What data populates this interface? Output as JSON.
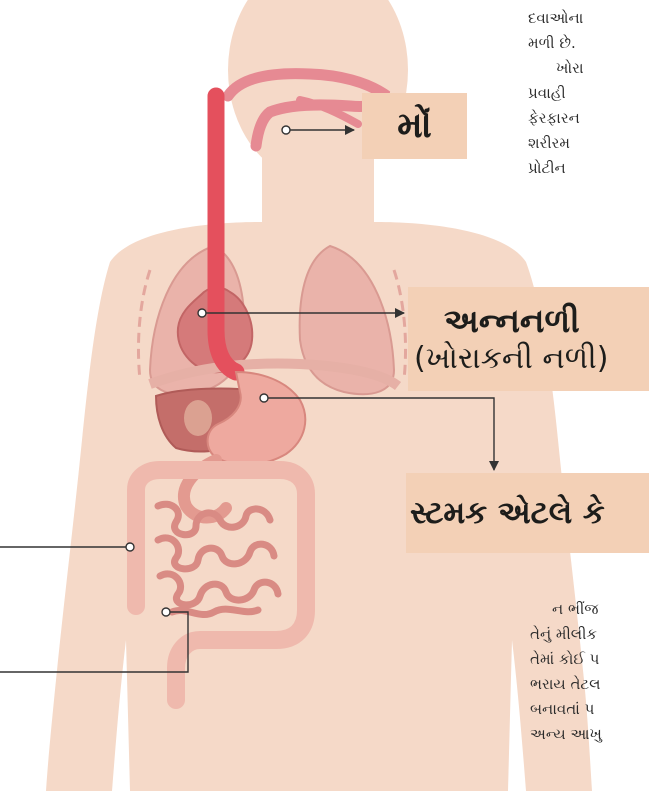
{
  "labels": {
    "mouth": "મોં",
    "esophagus_line1": "અન્નનળી",
    "esophagus_line2": "(ખોરાકની નળી)",
    "stomach": "સ્ટમક એટલે કે"
  },
  "paragraph_top": [
    "દવાઓના",
    "મળી છે.",
    "ખોરા",
    "પ્રવાહી",
    "ફેરફારન",
    "શરીરમ",
    "પ્રોટીન"
  ],
  "paragraph_bottom": [
    "ન ભીંજ",
    "તેનું મીલીક",
    "તેમાં કોઈ પ",
    "ભરાય તેટલ",
    "બનાવતાં પ",
    "અન્ય આખુ"
  ],
  "colors": {
    "body_skin": "#f5d9c8",
    "organ_pink": "#e8a99f",
    "esophagus_red": "#e4505d",
    "label_background": "#f3d0b6"
  }
}
